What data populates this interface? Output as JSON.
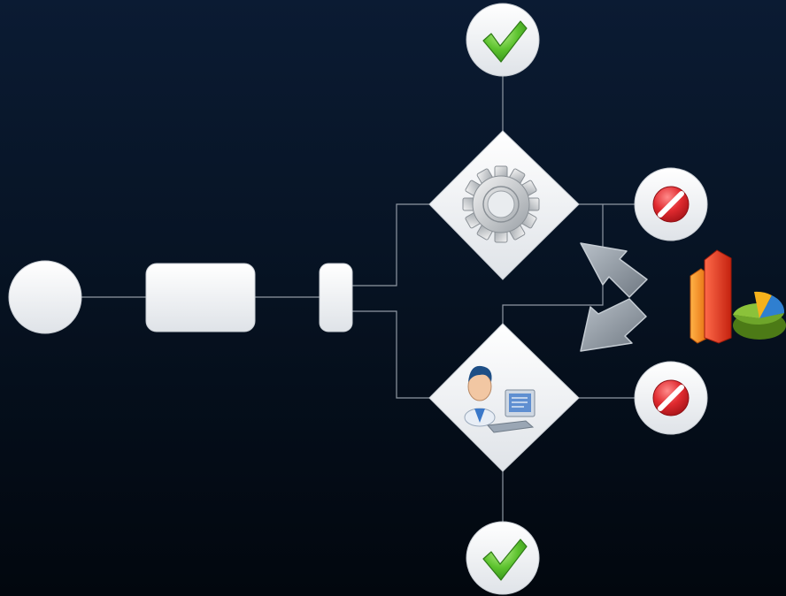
{
  "diagram": {
    "theme": {
      "background_top": "#0b1b33",
      "background_bottom": "#02070e",
      "node_fill": "#f1f3f6",
      "connector": "#8f98a3",
      "success": "#4bb52a",
      "reject": "#d8232a",
      "arrow": "#8c95a0"
    },
    "nodes": [
      {
        "id": "start",
        "shape": "circle",
        "label": ""
      },
      {
        "id": "task",
        "shape": "rounded-rect",
        "label": ""
      },
      {
        "id": "split",
        "shape": "pill",
        "label": ""
      },
      {
        "id": "automated-decision",
        "shape": "diamond",
        "icon": "gear-icon"
      },
      {
        "id": "manual-decision",
        "shape": "diamond",
        "icon": "user-at-computer-icon"
      },
      {
        "id": "approved-top",
        "shape": "circle",
        "icon": "checkmark-icon"
      },
      {
        "id": "rejected-top",
        "shape": "circle",
        "icon": "no-entry-icon"
      },
      {
        "id": "rejected-bottom",
        "shape": "circle",
        "icon": "no-entry-icon"
      },
      {
        "id": "approved-bottom",
        "shape": "circle",
        "icon": "checkmark-icon"
      }
    ],
    "decorations": [
      "bar-and-pie-chart-icon",
      "feedback-arrow-icon",
      "feedback-arrow-icon"
    ]
  }
}
